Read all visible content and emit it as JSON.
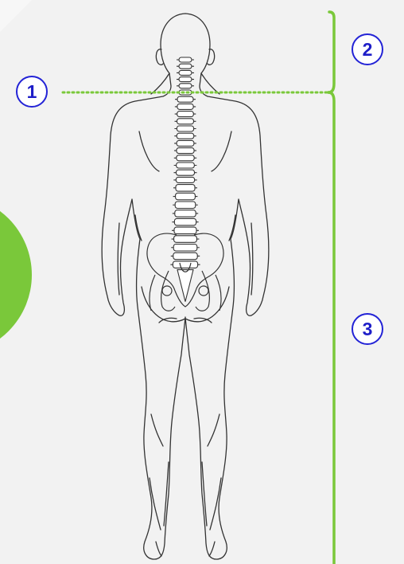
{
  "colors": {
    "background": "#f2f2f2",
    "accent_green": "#7ac83a",
    "outline": "#333333",
    "badge_border": "#2323d6",
    "badge_text": "#1e1ec8"
  },
  "markers": {
    "one": "1",
    "two": "2",
    "three": "3"
  }
}
